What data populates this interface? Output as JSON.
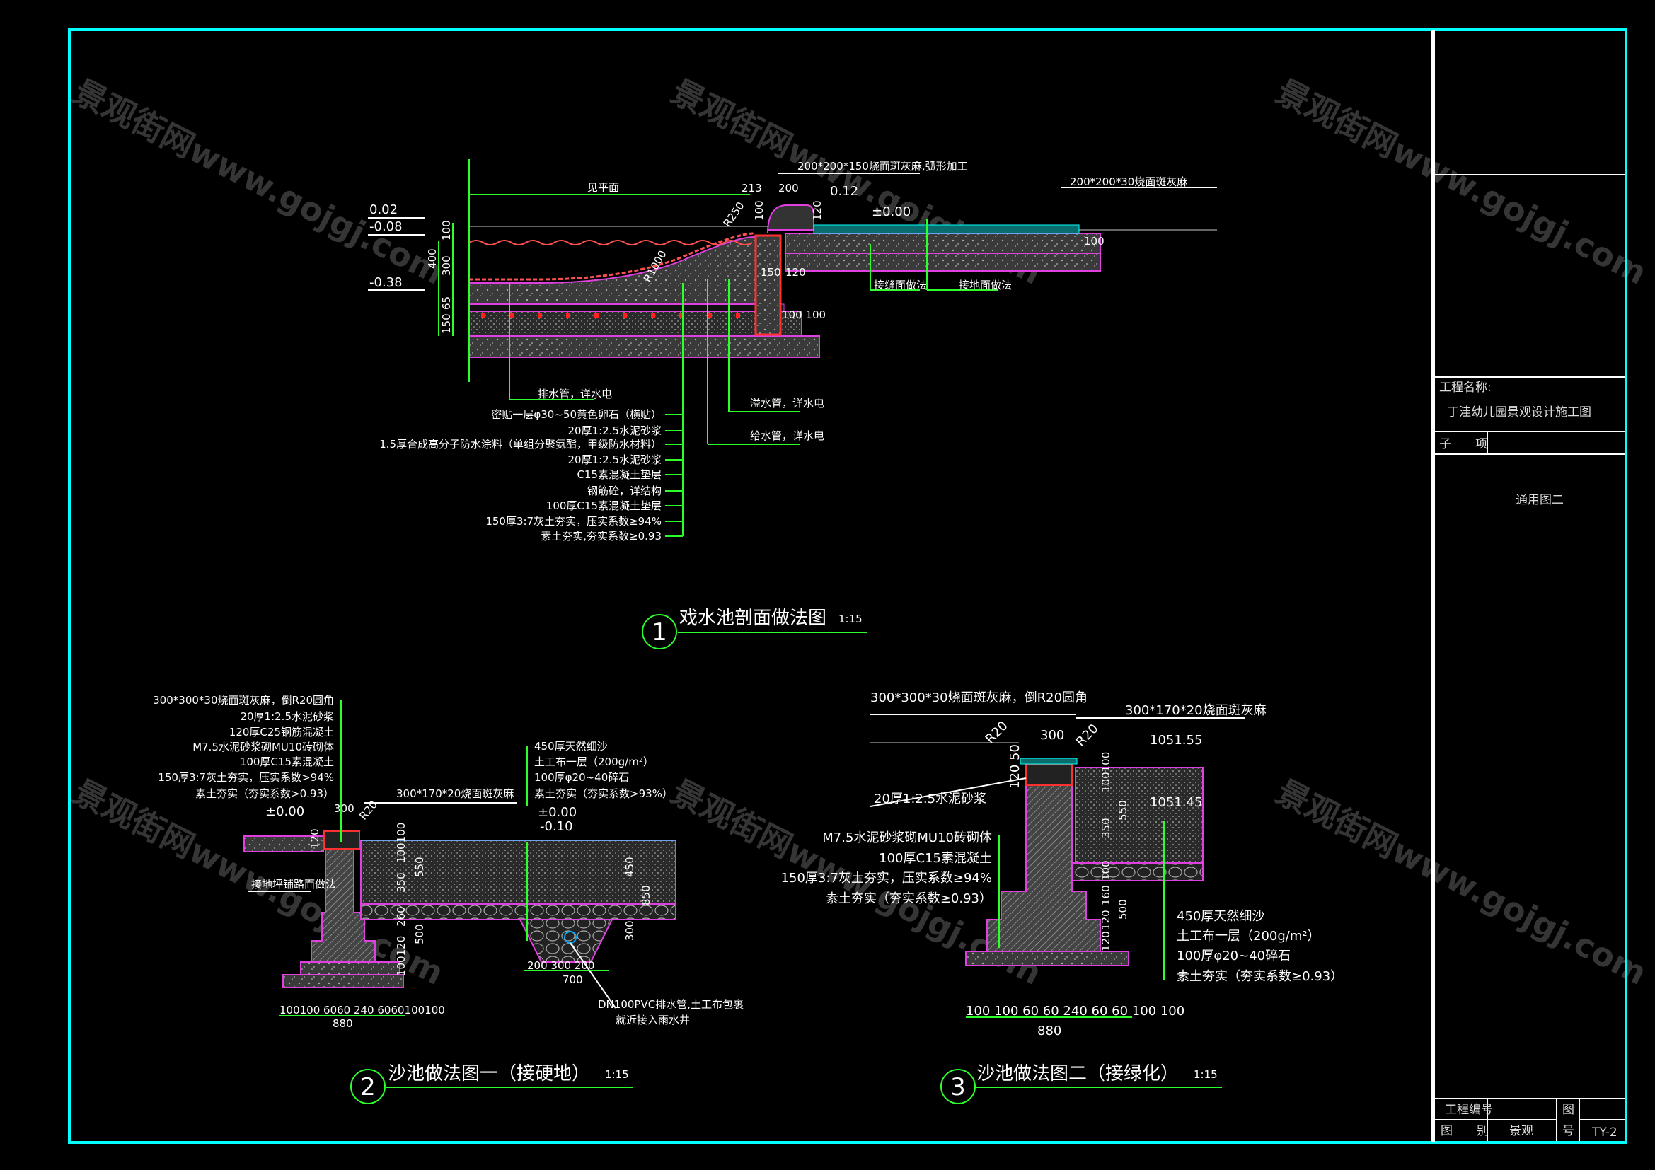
{
  "watermark": "景观街网www.gojgj.com",
  "colors": {
    "frame": "#00ffff",
    "leader": "#2dff2d",
    "outline": "#e040e0",
    "fill": "#555555"
  },
  "title_block": {
    "project_label": "工程名称:",
    "project_name": "丁洼幼儿园景观设计施工图",
    "subitem_label": "子　　项",
    "drawing_name": "通用图二",
    "project_no_label": "工程编号",
    "category_label": "图　　别",
    "category_value": "景观",
    "drawing_no_label_1": "图",
    "drawing_no_label_2": "号",
    "drawing_no": "TY-2"
  },
  "d1": {
    "num": "1",
    "title": "戏水池剖面做法图",
    "scale": "1:15",
    "top_note": "200*200*150烧面斑灰麻,弧形加工",
    "right_note": "200*200*30烧面斑灰麻",
    "top_left": "见平面",
    "dims": {
      "a": "213",
      "b": "200",
      "c": "0.12",
      "r1": "R250",
      "d": "100",
      "e": "120",
      "zero": "±0.00",
      "lv1": "0.02",
      "lv2": "-0.08",
      "lv3": "-0.38",
      "v1": "100",
      "v2": "400",
      "v3": "300",
      "v4": "65",
      "v5": "150",
      "r2": "R1000",
      "f": "150",
      "g": "120",
      "h": "100 100",
      "i": "100"
    },
    "joint1": "接缝面做法",
    "joint2": "接地面做法",
    "drain": "排水管，详水电",
    "overflow": "溢水管，详水电",
    "supply": "给水管，详水电",
    "layers": [
      "密贴一层φ30~50黄色卵石（横贴）",
      "20厚1:2.5水泥砂浆",
      "1.5厚合成高分子防水涂料（单组分聚氨酯，甲级防水材料）",
      "20厚1:2.5水泥砂浆",
      "C15素混凝土垫层",
      "钢筋砼，详结构",
      "100厚C15素混凝土垫层",
      "150厚3:7灰土夯实，压实系数≥94%",
      "素土夯实,夯实系数≥0.93"
    ]
  },
  "d2": {
    "num": "2",
    "title": "沙池做法图一（接硬地）",
    "scale": "1:15",
    "left_layers": [
      "300*300*30烧面斑灰麻，倒R20圆角",
      "20厚1:2.5水泥砂浆",
      "120厚C25钢筋混凝土",
      "M7.5水泥砂浆砌MU10砖砌体",
      "100厚C15素混凝土",
      "150厚3:7灰土夯实，压实系数>94%",
      "素土夯实（夯实系数>0.93）"
    ],
    "right_layers": [
      "450厚天然细沙",
      "土工布一层（200g/m²）",
      "100厚φ20~40碎石",
      "素土夯实（夯实系数>93%）"
    ],
    "cap": "300*170*20烧面斑灰麻",
    "zero_l": "±0.00",
    "zero_r": "±0.00",
    "lv": "-0.10",
    "w300": "300",
    "r20": "R20",
    "h120": "120",
    "ground": "接地坪铺路面做法",
    "vdims": [
      "100100",
      "350",
      "550",
      "260",
      "500",
      "100120",
      "450",
      "850",
      "300"
    ],
    "trench": "200  300  200",
    "trench_w": "700",
    "pipe1": "DN100PVC排水管,土工布包裹",
    "pipe2": "就近接入雨水井",
    "bottom": "100100 6060 240 6060100100",
    "total": "880"
  },
  "d3": {
    "num": "3",
    "title": "沙池做法图二（接绿化）",
    "scale": "1:15",
    "cap_note": "300*300*30烧面斑灰麻，倒R20圆角",
    "side_note": "300*170*20烧面斑灰麻",
    "r20a": "R20",
    "w300": "300",
    "r20b": "R20",
    "el1": "1051.55",
    "el2": "1051.45",
    "h1": "120 50",
    "mortar": "20厚1:2.5水泥砂浆",
    "left_layers": [
      "M7.5水泥砂浆砌MU10砖砌体",
      "100厚C15素混凝土",
      "150厚3:7灰土夯实，压实系数≥94%",
      "素土夯实（夯实系数≥0.93）"
    ],
    "right_layers": [
      "450厚天然细沙",
      "土工布一层（200g/m²）",
      "100厚φ20~40碎石",
      "素土夯实（夯实系数≥0.93）"
    ],
    "vdims": [
      "100100",
      "350",
      "550",
      "100",
      "160",
      "500",
      "120",
      "120"
    ],
    "bottom": "100 100 60 60  240  60 60 100 100",
    "total": "880"
  }
}
